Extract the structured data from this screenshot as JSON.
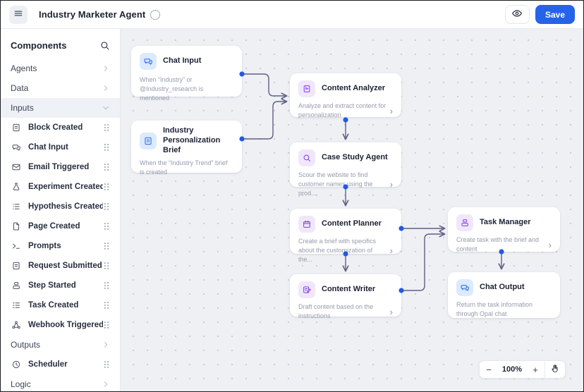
{
  "topbar": {
    "title": "Industry Marketer Agent",
    "save_label": "Save"
  },
  "sidebar": {
    "header": "Components",
    "rows": [
      {
        "type": "category",
        "label": "Agents",
        "state": "collapsed"
      },
      {
        "type": "category",
        "label": "Data",
        "state": "collapsed"
      },
      {
        "type": "category",
        "label": "Inputs",
        "state": "expanded"
      },
      {
        "type": "item",
        "label": "Block Created",
        "icon": "doc-lines-icon"
      },
      {
        "type": "item",
        "label": "Chat Input",
        "icon": "chat-icon"
      },
      {
        "type": "item",
        "label": "Email Triggered",
        "icon": "mail-icon"
      },
      {
        "type": "item",
        "label": "Experiment Created",
        "icon": "flask-icon"
      },
      {
        "type": "item",
        "label": "Hypothesis Created",
        "icon": "list-icon"
      },
      {
        "type": "item",
        "label": "Page Created",
        "icon": "page-icon"
      },
      {
        "type": "item",
        "label": "Prompts",
        "icon": "terminal-icon"
      },
      {
        "type": "item",
        "label": "Request Submitted",
        "icon": "doc-lines-icon"
      },
      {
        "type": "item",
        "label": "Step Started",
        "icon": "stack-icon"
      },
      {
        "type": "item",
        "label": "Task Created",
        "icon": "checklist-icon"
      },
      {
        "type": "item",
        "label": "Webhook Triggered",
        "icon": "webhook-icon"
      },
      {
        "type": "category",
        "label": "Outputs",
        "state": "collapsed"
      },
      {
        "type": "item",
        "label": "Scheduler",
        "icon": "clock-icon"
      },
      {
        "type": "category",
        "label": "Logic",
        "state": "collapsed"
      }
    ]
  },
  "canvas": {
    "nodes": [
      {
        "title": "Chat Input",
        "description": "When “Industry” or @Industry_research is mentioned",
        "icon": "chat-icon",
        "color": "blue"
      },
      {
        "title": "Industry Personalization Brief",
        "description": "When the “Industry Trend” brief is created",
        "icon": "doc-lines-icon",
        "color": "blue"
      },
      {
        "title": "Content Analyzer",
        "description": "Analyze and extract content for personalization",
        "icon": "image-doc-icon",
        "color": "purple"
      },
      {
        "title": "Case Study Agent",
        "description": "Scour the website to find customer names using the prod...",
        "icon": "magnifier-icon",
        "color": "purple"
      },
      {
        "title": "Content Planner",
        "description": "Create a brief with specifics about the customization of the...",
        "icon": "calendar-icon",
        "color": "purple"
      },
      {
        "title": "Content Writer",
        "description": "Draft content based on the instructions",
        "icon": "edit-doc-icon",
        "color": "purple"
      },
      {
        "title": "Task Manager",
        "description": "Create task with the brief and content",
        "icon": "stack-icon",
        "color": "purple"
      },
      {
        "title": "Chat Output",
        "description": "Return the task information through Opal chat",
        "icon": "chat-icon",
        "color": "blue"
      }
    ],
    "chevron_glyph": "›"
  },
  "zoom_controls": {
    "minus_label": "−",
    "zoom_level": "100%",
    "plus_label": "+"
  },
  "colors": {
    "accent_blue": "#2563eb",
    "accent_purple": "#7c3aed",
    "edge": "#5f5e85",
    "canvas_bg": "#eef0f4"
  }
}
